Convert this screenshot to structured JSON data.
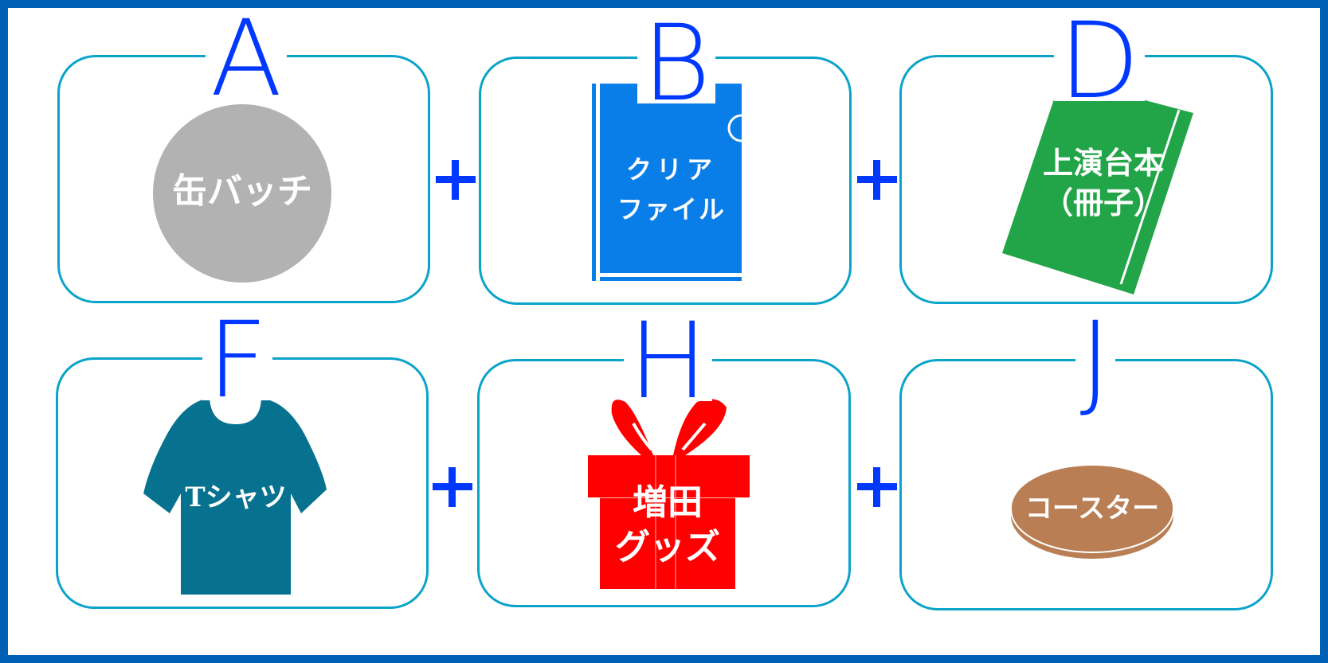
{
  "colors": {
    "frame_border": "#0060B6",
    "card_border": "#0AA3C9",
    "letter": "#0038FF",
    "plus": "#0038FF",
    "badge": "#B2B2B2",
    "clear_file": "#0A7EE8",
    "script_book": "#22A548",
    "tshirt": "#06728F",
    "gift": "#FF0000",
    "coaster": "#B97E54"
  },
  "items": [
    {
      "letter": "A",
      "label_lines": [
        "缶バッチ"
      ],
      "icon": "can-badge-icon"
    },
    {
      "letter": "B",
      "label_lines": [
        "クリア",
        "ファイル"
      ],
      "icon": "clear-file-icon"
    },
    {
      "letter": "D",
      "label_lines": [
        "上演台本",
        "（冊子）"
      ],
      "icon": "script-book-icon"
    },
    {
      "letter": "F",
      "label_lines": [
        "Tシャツ"
      ],
      "icon": "tshirt-icon"
    },
    {
      "letter": "H",
      "label_lines": [
        "増田",
        "グッズ"
      ],
      "icon": "gift-box-icon"
    },
    {
      "letter": "J",
      "label_lines": [
        "コースター"
      ],
      "icon": "coaster-icon"
    }
  ],
  "operators": [
    "+",
    "+",
    "+",
    "+"
  ]
}
